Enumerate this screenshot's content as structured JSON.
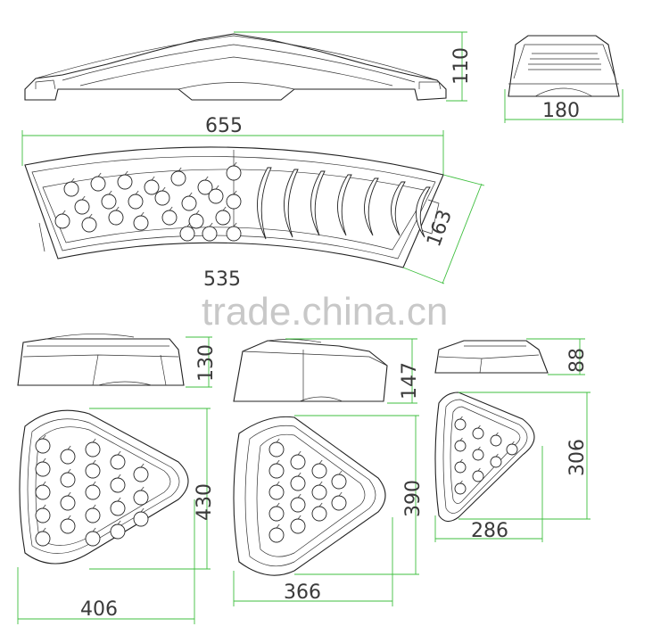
{
  "dimensions": {
    "top_side_height": "110",
    "end_view_width": "180",
    "long_length": "655",
    "long_width": "163",
    "long_inner": "535",
    "large_side_height": "130",
    "medium_side_height": "147",
    "small_side_height": "88",
    "large_tri_height": "430",
    "large_tri_width": "406",
    "medium_tri_height": "390",
    "medium_tri_width": "366",
    "small_tri_height": "306",
    "small_tri_width": "286"
  },
  "watermark": "trade.china.cn",
  "colors": {
    "dimension_line": "#3fbf3f",
    "outline": "#222222",
    "watermark": "#c8c8c8"
  }
}
